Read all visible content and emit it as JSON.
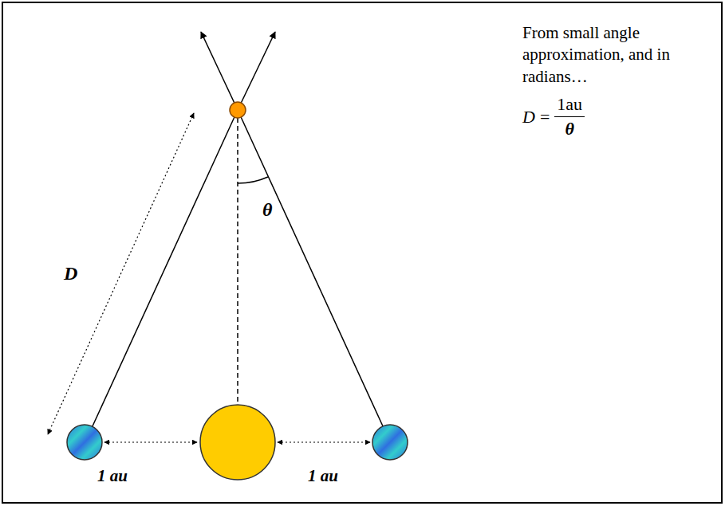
{
  "diagram": {
    "labels": [
      "From small angle approximation, and in radians…",
      "D",
      "=",
      "1au",
      "θ",
      "D",
      "θ",
      "1 au",
      "1 au"
    ]
  }
}
